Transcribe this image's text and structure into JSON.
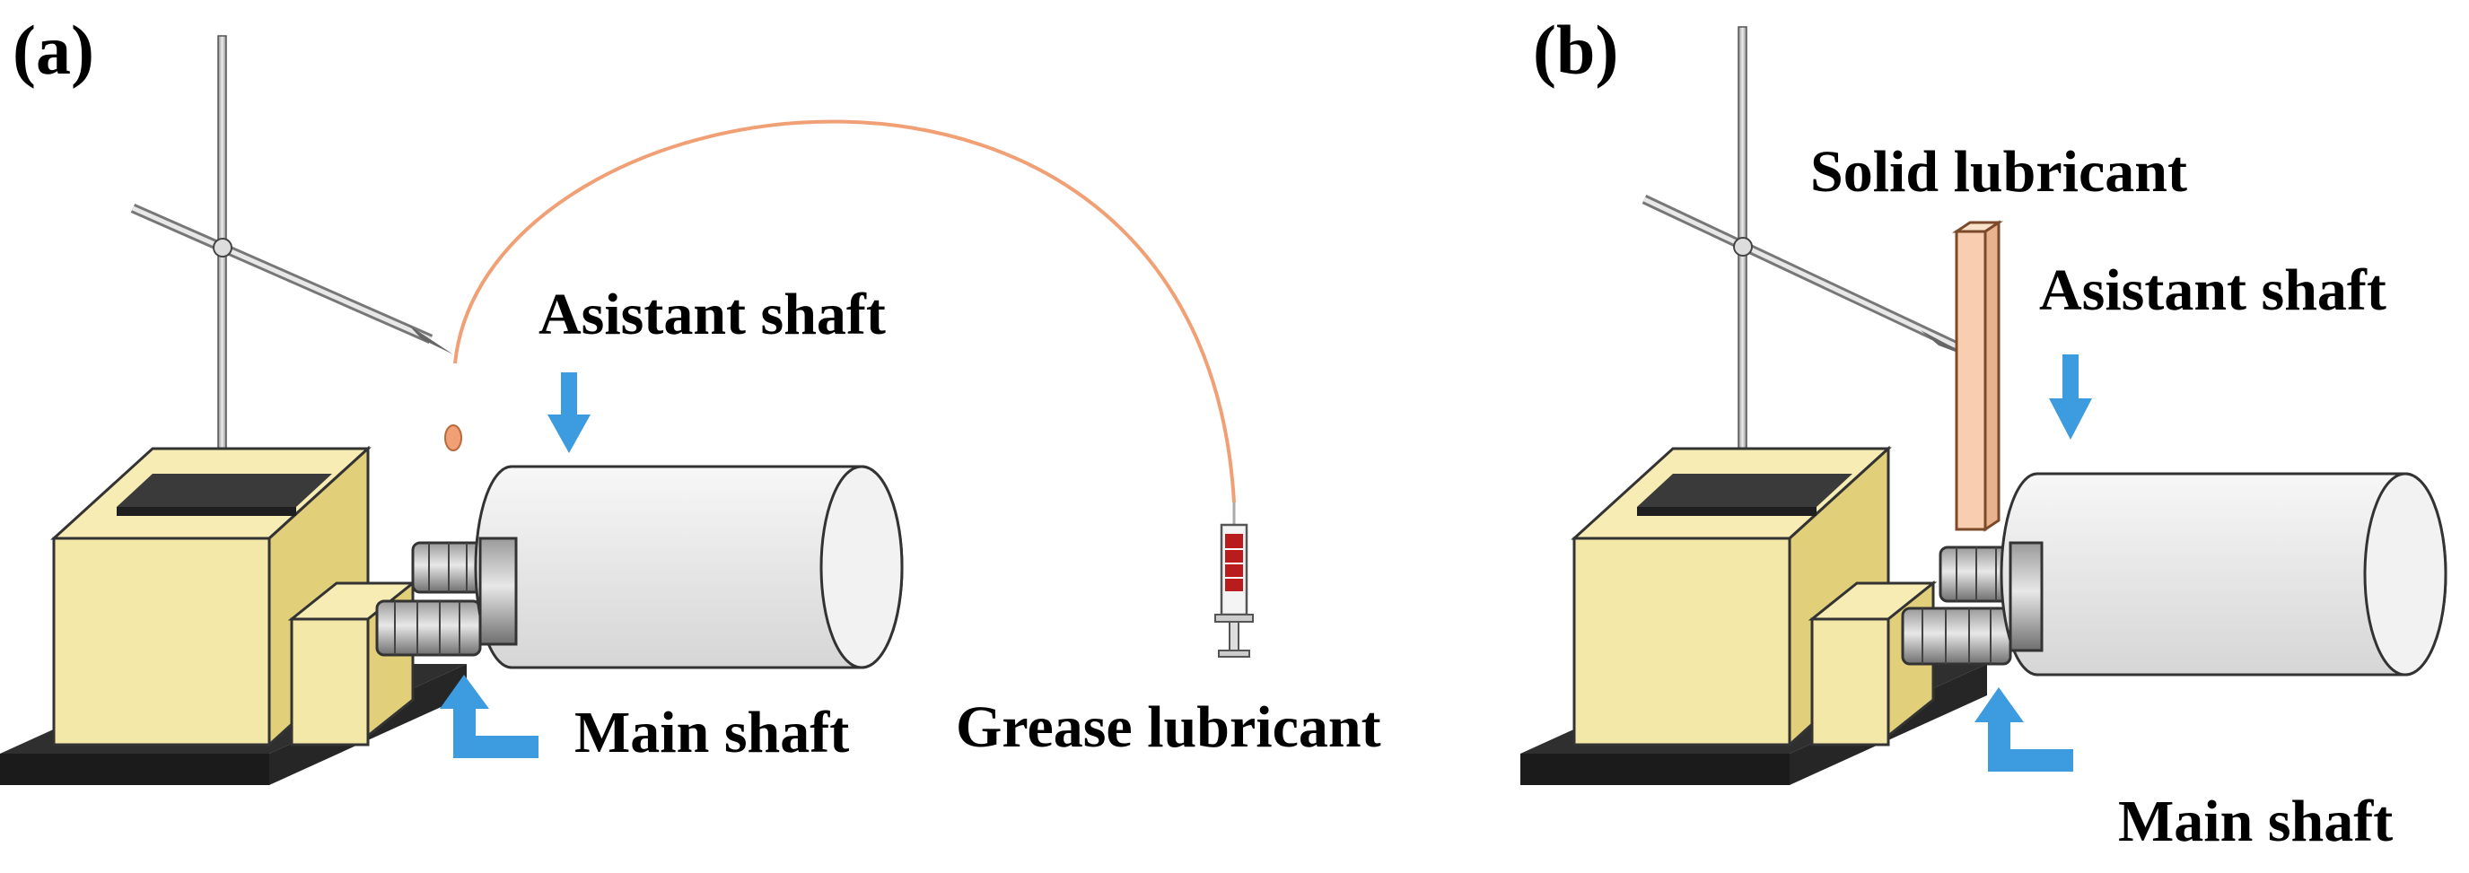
{
  "panels": [
    {
      "id": "a",
      "label": "(a)",
      "callouts": {
        "assistant_shaft": "Asistant shaft",
        "main_shaft": "Main shaft",
        "lubricant": "Grease lubricant"
      }
    },
    {
      "id": "b",
      "label": "(b)",
      "callouts": {
        "assistant_shaft": "Asistant shaft",
        "main_shaft": "Main shaft",
        "lubricant": "Solid lubricant"
      }
    }
  ],
  "colors": {
    "machine_body": "#f4e8a8",
    "machine_side": "#e5d27e",
    "base_plate": "#333333",
    "shaft_body": "#ededed",
    "arrow": "#3d9be0",
    "grease_line": "#f0a074",
    "solid_lubricant": "#f8cdb0",
    "stand_rod": "#bbbbbb",
    "syringe_fill": "#b81c1c"
  },
  "icons": {
    "arrow_down": "arrow-down-icon",
    "arrow_up_corner": "arrow-up-corner-icon"
  }
}
